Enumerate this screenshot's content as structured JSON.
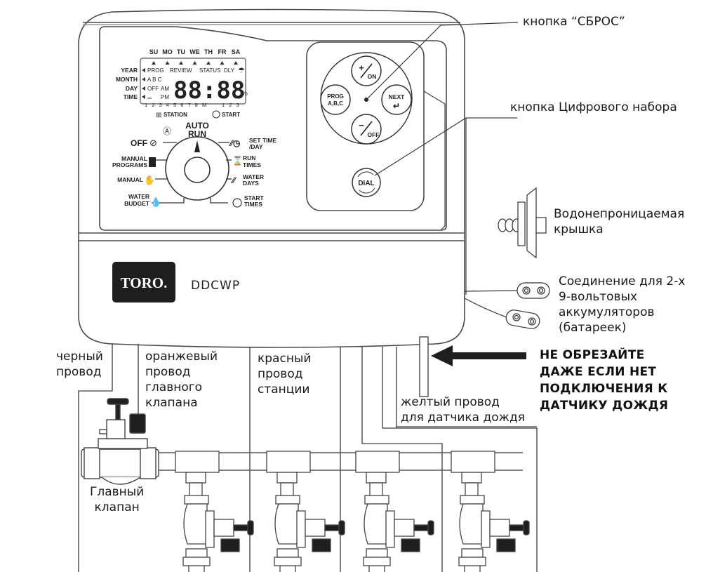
{
  "controller": {
    "brand": "TORO.",
    "model": "DDCWP",
    "lcd": {
      "days": [
        "SU",
        "MO",
        "TU",
        "WE",
        "TH",
        "FR",
        "SA"
      ],
      "left_labels": [
        "YEAR",
        "MONTH",
        "DAY",
        "TIME"
      ],
      "mode_row": [
        "PROG",
        "REVIEW",
        "STATUS",
        "DLY"
      ],
      "prog_row": "A B C",
      "off_am": [
        "OFF",
        "AM"
      ],
      "pm": "PM",
      "digits": "88:88",
      "percent": "%",
      "station_numbers": "1 2 3 4 5 6 7 8 M",
      "program_numbers": "1 2 3",
      "station_label": "STATION",
      "start_label": "START"
    },
    "dial": {
      "top": "AUTO\nRUN",
      "left": [
        {
          "label": "OFF"
        },
        {
          "label": "MANUAL\nPROGRAMS"
        },
        {
          "label": "MANUAL"
        },
        {
          "label": "WATER\nBUDGET"
        }
      ],
      "right": [
        {
          "label": "SET TIME\n/DAY"
        },
        {
          "label": "RUN\nTIMES"
        },
        {
          "label": "WATER\nDAYS"
        },
        {
          "label": "START\nTIMES"
        }
      ]
    },
    "buttons": {
      "on": {
        "top": "+",
        "bottom": "ON"
      },
      "off": {
        "top": "−",
        "bottom": "OFF"
      },
      "prog": "PROG\nA,B,C",
      "next": "NEXT",
      "dial": "DIAL"
    }
  },
  "annotations": {
    "reset_button": "кнопка “СБРОС”",
    "dial_button": "кнопка Цифрового набора",
    "waterproof_cap": "Водонепроницаемая\nкрышка",
    "battery_connection": "Соединение для 2-х\n9-вольтовых\nаккумуляторов\n(батареек)",
    "black_wire": "черный\nпровод",
    "orange_wire": "оранжевый\nпровод\nглавного\nклапана",
    "red_wire": "красный\nпровод\nстанции",
    "yellow_wire": "желтый провод\nдля датчика дождя",
    "warning": "НЕ ОБРЕЗАЙТЕ\nДАЖЕ ЕСЛИ НЕТ\nПОДКЛЮЧЕНИЯ К\nДАТЧИКУ ДОЖДЯ",
    "main_valve": "Главный\nклапан"
  },
  "colors": {
    "line": "#4a4a4a",
    "dark": "#1e1e1e",
    "background": "#ffffff"
  }
}
